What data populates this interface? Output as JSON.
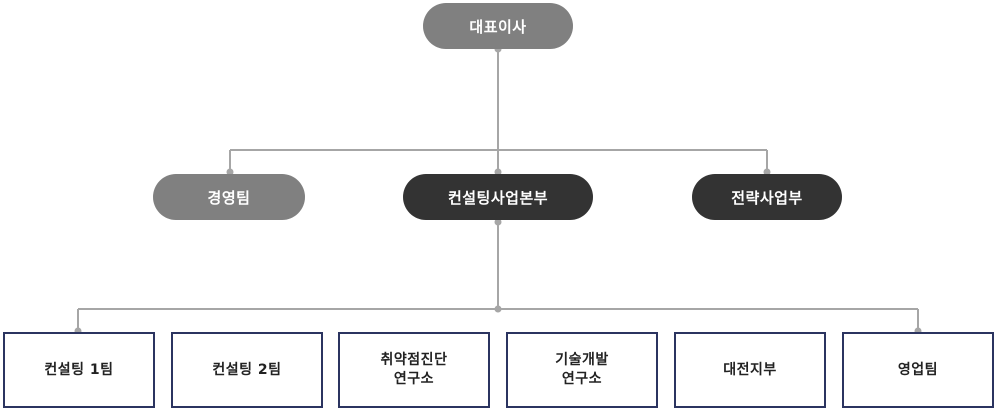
{
  "org": {
    "top": {
      "label": "대표이사"
    },
    "middle": [
      {
        "label": "경영팀",
        "color": "#808080"
      },
      {
        "label": "컨설팅사업본부",
        "color": "#333333"
      },
      {
        "label": "전략사업부",
        "color": "#333333"
      }
    ],
    "bottom": [
      {
        "label": "컨설팅 1팀"
      },
      {
        "label": "컨설팅 2팀"
      },
      {
        "label": "취약점진단\n연구소"
      },
      {
        "label": "기술개발\n연구소"
      },
      {
        "label": "대전지부"
      },
      {
        "label": "영업팀"
      }
    ]
  },
  "colors": {
    "connector": "#a6a6a6",
    "box_border": "#2b3460"
  }
}
